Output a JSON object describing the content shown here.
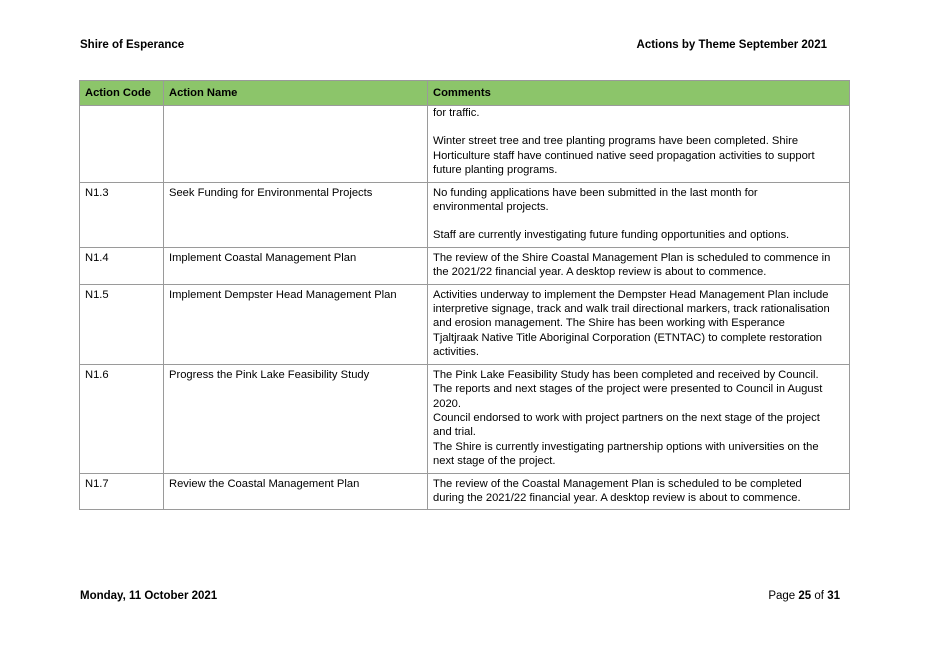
{
  "header": {
    "organisation": "Shire of Esperance",
    "report_title": "Actions by Theme September 2021"
  },
  "table": {
    "columns": [
      "Action Code",
      "Action Name",
      "Comments"
    ],
    "rows": [
      {
        "code": "",
        "name": "",
        "comments": [
          "for traffic.",
          "",
          "Winter street tree and tree planting programs have been completed. Shire",
          "Horticulture staff have continued native seed propagation activities to support",
          "future planting programs."
        ]
      },
      {
        "code": "N1.3",
        "name": "Seek Funding for Environmental Projects",
        "comments": [
          "No funding applications have been submitted in the last month for",
          "environmental projects.",
          "",
          "Staff are currently investigating future funding opportunities and options."
        ]
      },
      {
        "code": "N1.4",
        "name": "Implement Coastal Management Plan",
        "comments": [
          "The review of the Shire Coastal Management Plan is scheduled to commence in",
          "the 2021/22 financial year. A desktop review is about to commence."
        ]
      },
      {
        "code": "N1.5",
        "name": "Implement Dempster Head Management Plan",
        "comments": [
          "Activities underway to implement the Dempster Head Management Plan include",
          "interpretive signage, track and walk trail directional markers, track rationalisation",
          "and erosion management. The Shire has been working with Esperance",
          "Tjaltjraak Native Title Aboriginal Corporation (ETNTAC) to complete restoration",
          "activities."
        ]
      },
      {
        "code": "N1.6",
        "name": "Progress the Pink Lake Feasibility Study",
        "comments": [
          "The Pink Lake Feasibility Study has been completed and received by Council.",
          "The reports and next stages of the project were presented to Council in August",
          "2020.",
          "Council endorsed to work with project partners on the next stage of the project",
          "and trial.",
          "The Shire is currently investigating partnership options with universities on the",
          "next stage of the project."
        ]
      },
      {
        "code": "N1.7",
        "name": "Review the Coastal Management Plan",
        "comments": [
          "The review of the Coastal Management Plan is scheduled to be completed",
          "during the 2021/22 financial year. A desktop review is about to commence."
        ]
      }
    ]
  },
  "footer": {
    "date": "Monday, 11 October 2021",
    "page_prefix": "Page",
    "page_current": "25",
    "page_of": "of",
    "page_total": "31"
  },
  "colors": {
    "header_row_bg": "#8cc56a",
    "grid": "#9a9a9a"
  }
}
